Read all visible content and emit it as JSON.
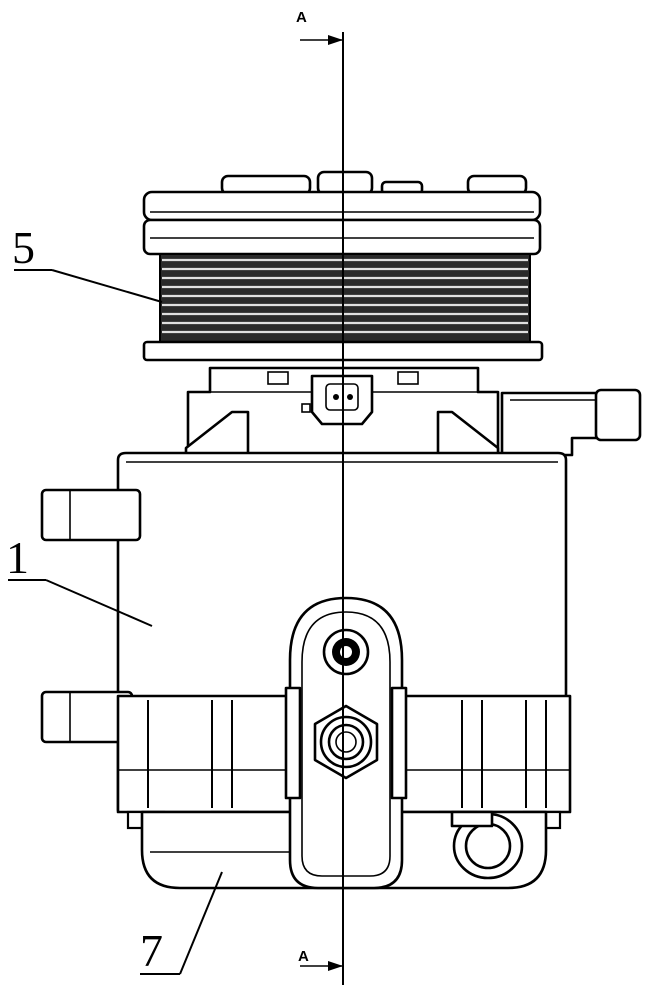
{
  "section_marks": {
    "top": "A",
    "bottom": "A"
  },
  "callouts": [
    {
      "id": "pulley",
      "label": "5"
    },
    {
      "id": "housing",
      "label": "1"
    },
    {
      "id": "cover",
      "label": "7"
    }
  ],
  "colors": {
    "line": "#000000",
    "paper": "#ffffff"
  }
}
